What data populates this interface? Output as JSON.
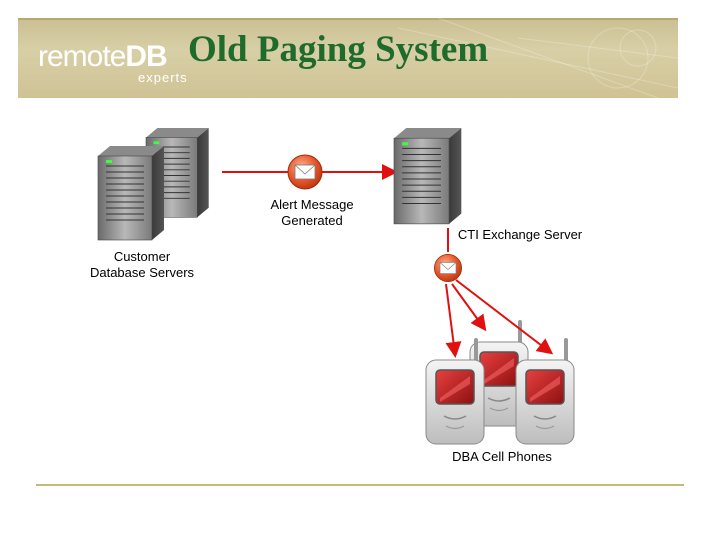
{
  "slide": {
    "title": "Old Paging System",
    "logo": {
      "text_remote": "remote",
      "text_db": "DB",
      "text_experts": "experts"
    }
  },
  "diagram": {
    "nodes": [
      {
        "id": "customer-servers",
        "label_line1": "Customer",
        "label_line2": "Database Servers"
      },
      {
        "id": "alert",
        "label_line1": "Alert Message",
        "label_line2": "Generated"
      },
      {
        "id": "cti",
        "label": "CTI Exchange Server"
      },
      {
        "id": "phones",
        "label": "DBA Cell Phones"
      }
    ],
    "icons": [
      "server-icon",
      "envelope-icon",
      "cell-phone-icon"
    ],
    "colors": {
      "title": "#1e6b2c",
      "arrow": "#e01010",
      "banner": "#d3c89c",
      "phone_screen": "#c81e1e"
    }
  }
}
